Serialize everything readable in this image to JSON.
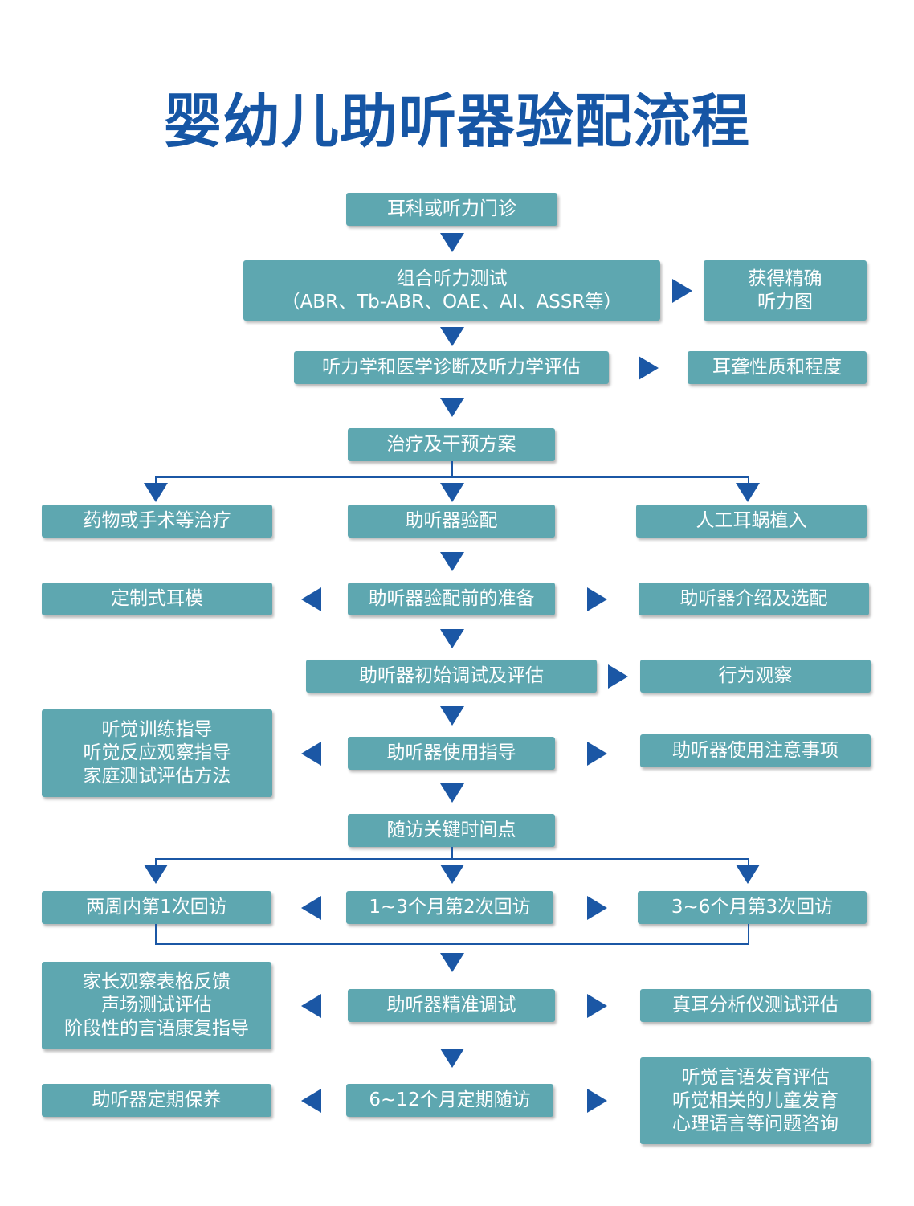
{
  "title": "婴幼儿助听器验配流程",
  "nodes": {
    "clinic": "耳科或听力门诊",
    "combined_test": "组合听力测试\n（ABR、Tb-ABR、OAE、AI、ASSR等）",
    "accurate_hearing": "获得精确\n听力图",
    "diagnosis": "听力学和医学诊断及听力学评估",
    "deafness_nature": "耳聋性质和程度",
    "treatment_plan": "治疗及干预方案",
    "drug_surgery": "药物或手术等治疗",
    "hearing_aid_fitting": "助听器验配",
    "cochlear_implant": "人工耳蜗植入",
    "custom_earmold": "定制式耳模",
    "fitting_prep": "助听器验配前的准备",
    "ha_intro": "助听器介绍及选配",
    "initial_debug": "助听器初始调试及评估",
    "behavior_obs": "行为观察",
    "training_guide": "听觉训练指导\n听觉反应观察指导\n家庭测试评估方法",
    "usage_guide": "助听器使用指导",
    "usage_notes": "助听器使用注意事项",
    "followup_points": "随访关键时间点",
    "visit1": "两周内第1次回访",
    "visit2": "1~3个月第2次回访",
    "visit3": "3~6个月第3次回访",
    "feedback": "家长观察表格反馈\n声场测试评估\n阶段性的言语康复指导",
    "fine_tune": "助听器精准调试",
    "rem": "真耳分析仪测试评估",
    "maintenance": "助听器定期保养",
    "periodic_followup": "6~12个月定期随访",
    "consult": "听觉言语发育评估\n听觉相关的儿童发育\n心理语言等问题咨询"
  },
  "colors": {
    "title": "#1656a5",
    "box_fill": "#5ea7b0",
    "box_text": "#ffffff",
    "arrow": "#1b57a5"
  }
}
